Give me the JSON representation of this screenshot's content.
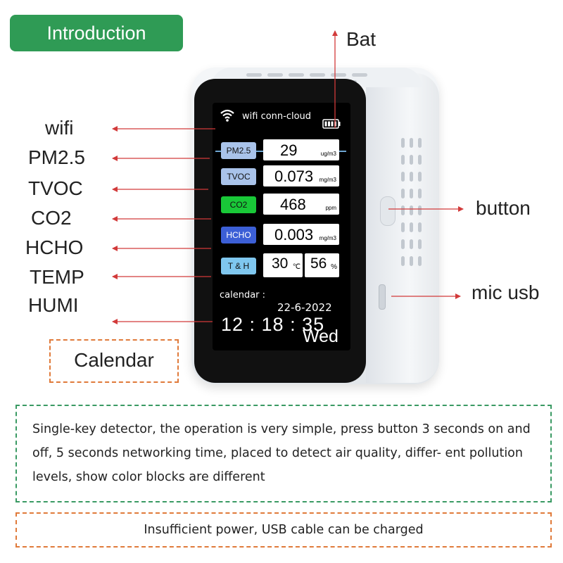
{
  "intro": {
    "title": "Introduction"
  },
  "labels": {
    "bat": "Bat",
    "wifi": "wifi",
    "pm25": "PM2.5",
    "tvoc": "TVOC",
    "co2": "CO2",
    "hcho": "HCHO",
    "temp": "TEMP",
    "humi": "HUMI",
    "button": "button",
    "mic_usb": "mic usb",
    "calendar": "Calendar"
  },
  "screen": {
    "header": "wifi conn-cloud",
    "rows": [
      {
        "tag": "PM2.5",
        "value": "29",
        "unit": "ug/m3",
        "color": "#a9c3ea"
      },
      {
        "tag": "TVOC",
        "value": "0.073",
        "unit": "mg/m3",
        "color": "#a9c3ea"
      },
      {
        "tag": "CO2",
        "value": "468",
        "unit": "ppm",
        "color": "#19c838"
      },
      {
        "tag": "HCHO",
        "value": "0.003",
        "unit": "mg/m3",
        "color": "#3c5fd6"
      }
    ],
    "th": {
      "tag": "T & H",
      "temp": "30",
      "temp_unit": "℃",
      "humi": "56",
      "humi_unit": "%",
      "color": "#7fc7ef"
    },
    "calendar_label": "calendar :",
    "date": "22-6-2022",
    "time": "12 : 18 : 35",
    "weekday": "Wed"
  },
  "description": "Single-key detector, the operation is very simple, press button 3 seconds on and off, 5 seconds networking time, placed to detect air quality, differ- ent pollution levels, show color blocks are different",
  "note": "Insufficient power, USB cable can be charged",
  "colors": {
    "accent_green": "#2f9b55",
    "arrow_red": "#d23a3a",
    "dash_orange": "#e07a3a",
    "dash_green": "#3a9a63"
  },
  "icons": {
    "wifi": "wifi-icon",
    "battery": "battery-icon"
  }
}
